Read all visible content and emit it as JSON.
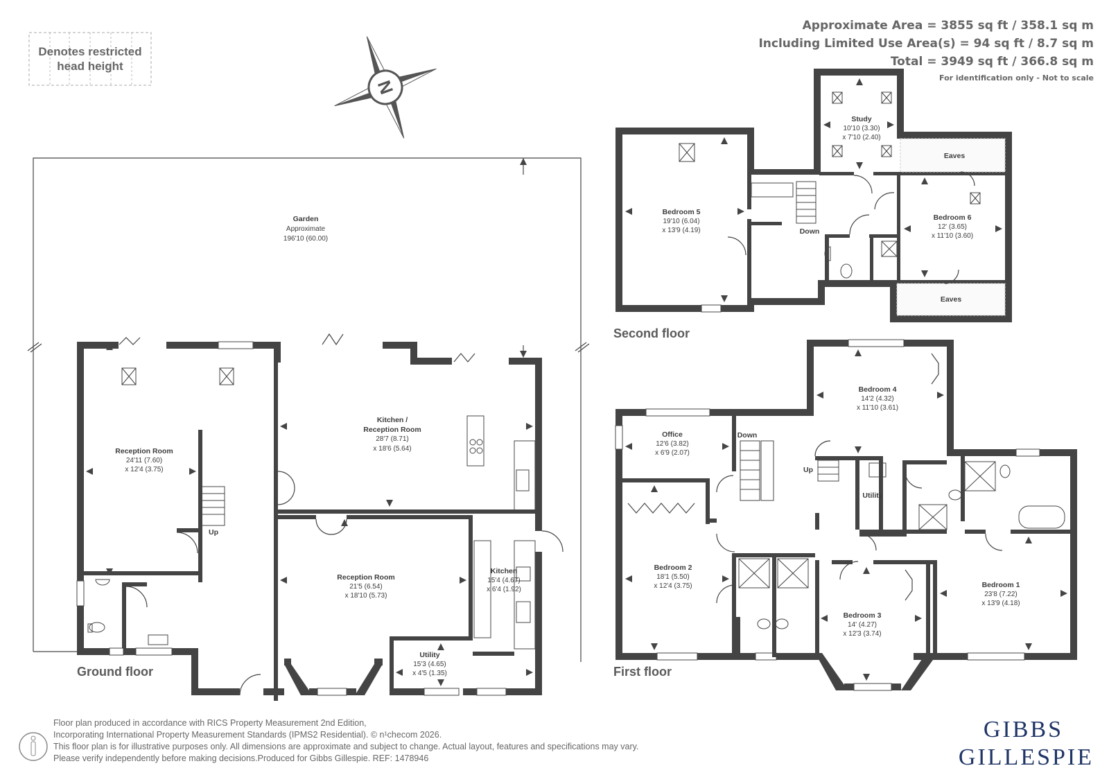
{
  "legend": {
    "line1": "Denotes restricted",
    "line2": "head height"
  },
  "compass": {
    "letter": "N"
  },
  "area": {
    "line1": "Approximate Area = 3855 sq ft / 358.1 sq m",
    "line2": "Including Limited Use Area(s) = 94 sq ft / 8.7 sq m",
    "line3": "Total = 3949 sq ft / 366.8 sq m",
    "note": "For identification only - Not to scale"
  },
  "floors": {
    "ground": "Ground floor",
    "first": "First floor",
    "second": "Second floor"
  },
  "rooms": {
    "garden": {
      "name": "Garden",
      "d1": "Approximate",
      "d2": "196'10 (60.00)"
    },
    "reception1": {
      "name": "Reception Room",
      "d1": "24'11 (7.60)",
      "d2": "x 12'4 (3.75)"
    },
    "kitchen_reception": {
      "name": "Kitchen /",
      "name2": "Reception Room",
      "d1": "28'7 (8.71)",
      "d2": "x 18'6 (5.64)"
    },
    "reception2": {
      "name": "Reception Room",
      "d1": "21'5 (6.54)",
      "d2": "x 18'10 (5.73)"
    },
    "kitchen": {
      "name": "Kitchen",
      "d1": "15'4 (4.67)",
      "d2": "x 6'4 (1.92)"
    },
    "utility_g": {
      "name": "Utility",
      "d1": "15'3 (4.65)",
      "d2": "x 4'5 (1.35)"
    },
    "bedroom5": {
      "name": "Bedroom 5",
      "d1": "19'10 (6.04)",
      "d2": "x 13'9 (4.19)"
    },
    "study": {
      "name": "Study",
      "d1": "10'10 (3.30)",
      "d2": "x 7'10 (2.40)"
    },
    "bedroom6": {
      "name": "Bedroom 6",
      "d1": "12' (3.65)",
      "d2": "x 11'10 (3.60)"
    },
    "eaves_top": {
      "name": "Eaves"
    },
    "eaves_bottom": {
      "name": "Eaves"
    },
    "office": {
      "name": "Office",
      "d1": "12'6 (3.82)",
      "d2": "x 6'9 (2.07)"
    },
    "bedroom4": {
      "name": "Bedroom 4",
      "d1": "14'2 (4.32)",
      "d2": "x 11'10 (3.61)"
    },
    "bedroom2": {
      "name": "Bedroom 2",
      "d1": "18'1 (5.50)",
      "d2": "x 12'4 (3.75)"
    },
    "bedroom3": {
      "name": "Bedroom 3",
      "d1": "14' (4.27)",
      "d2": "x 12'3 (3.74)"
    },
    "bedroom1": {
      "name": "Bedroom 1",
      "d1": "23'8 (7.22)",
      "d2": "x 13'9 (4.18)"
    },
    "utility_f": {
      "name": "Utility"
    }
  },
  "stairs": {
    "ground_up": "Up",
    "first_down": "Down",
    "first_up": "Up",
    "second_down": "Down"
  },
  "footer": {
    "line1": "Floor plan produced in accordance with RICS Property Measurement 2nd Edition,",
    "line2": "Incorporating International Property Measurement Standards (IPMS2 Residential).   © n¹checom 2026.",
    "line3": "This floor plan is for illustrative purposes only. All dimensions are approximate and subject to change. Actual layout, features and specifications may vary.",
    "line4": "Please verify independently before making decisions.Produced for Gibbs Gillespie.   REF:  1478946"
  },
  "brand": {
    "line1": "GIBBS",
    "line2": "GILLESPIE"
  },
  "colors": {
    "wall": "#444444",
    "brand": "#1f3566",
    "text": "#3c3c3c"
  }
}
